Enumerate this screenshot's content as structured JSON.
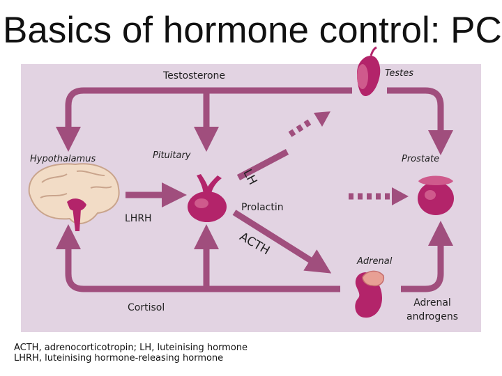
{
  "title": "Basics of hormone control: PCa",
  "labels": {
    "testosterone": "Testosterone",
    "testes": "Testes",
    "hypothalamus": "Hypothalamus",
    "pituitary": "Pituitary",
    "prostate": "Prostate",
    "lh": "LH",
    "lhrh": "LHRH",
    "prolactin": "Prolactin",
    "acth": "ACTH",
    "adrenal": "Adrenal",
    "cortisol": "Cortisol",
    "adrenal_androgens_line1": "Adrenal",
    "adrenal_androgens_line2": "androgens"
  },
  "footnote": {
    "line1": "ACTH, adrenocorticotropin; LH, luteinising hormone",
    "line2": "LHRH, luteinising hormone-releasing hormone"
  },
  "colors": {
    "arrow": "#a04e7d",
    "background": "#e2d3e2",
    "organ": "#b3246a",
    "brain": "#f2dcc6"
  }
}
